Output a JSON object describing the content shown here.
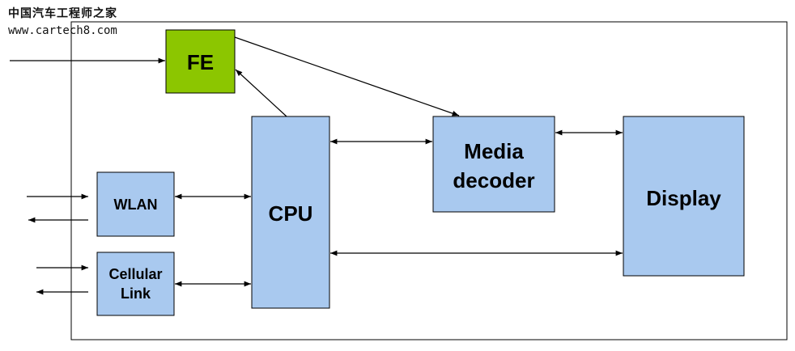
{
  "watermark": {
    "site_name_cn": "中国汽车工程师之家",
    "url": "www.cartech8.com"
  },
  "colors": {
    "block_fill": "#a9c9ef",
    "fe_fill": "#8cc600",
    "stroke": "#000000"
  },
  "blocks": {
    "fe": {
      "label": "FE"
    },
    "cpu": {
      "label": "CPU"
    },
    "media_decoder": {
      "label_line1": "Media",
      "label_line2": "decoder"
    },
    "display": {
      "label": "Display"
    },
    "wlan": {
      "label": "WLAN"
    },
    "cellular_link": {
      "label_line1": "Cellular",
      "label_line2": "Link"
    }
  }
}
